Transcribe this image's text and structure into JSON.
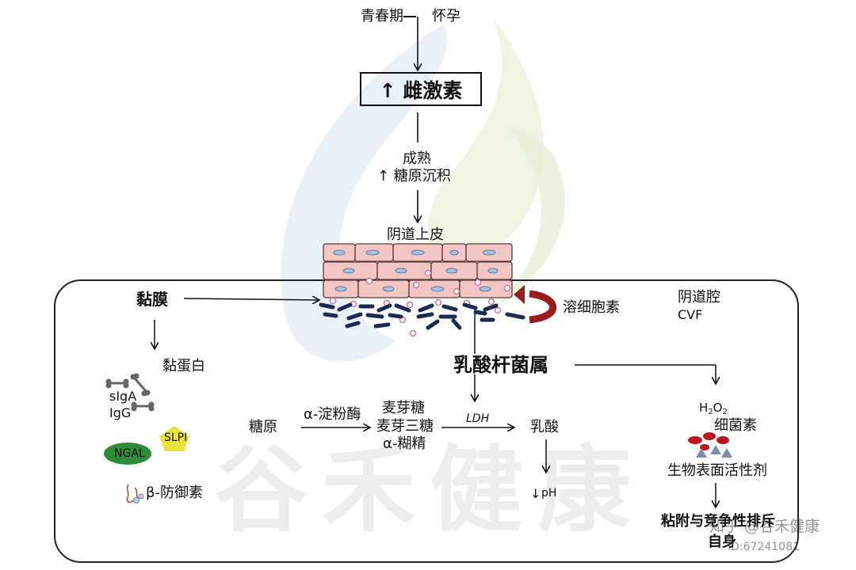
{
  "top": {
    "stage_left": "青春期",
    "stage_right": "怀孕",
    "hormone": "↑ 雌激素",
    "maturation": "成熟",
    "glycogen_deposit": "↑ 糖原沉积",
    "epithelium": "阴道上皮"
  },
  "cavity": {
    "label": "阴道腔",
    "sublabel": "CVF"
  },
  "mucosa": {
    "label": "黏膜",
    "mucin": "黏蛋白",
    "siga": "sIgA",
    "igg": "IgG",
    "slpi": "SLPI",
    "ngal": "NGAL",
    "defensin": "β-防御素"
  },
  "lysin": "溶细胞素",
  "lactobacillus": "乳酸杆菌属",
  "pathway": {
    "glycogen": "糖原",
    "enzyme": "α-淀粉酶",
    "product1": "麦芽糖",
    "product2": "麦芽三糖",
    "product3": "α-糊精",
    "ldh": "LDH",
    "lactic_acid": "乳酸",
    "ph": "pH"
  },
  "right": {
    "h2o2": "H",
    "h2o2_sub1": "2",
    "h2o2_o": "O",
    "h2o2_sub2": "2",
    "bacteriocin": "细菌素",
    "biosurfactant": "生物表面活性剂",
    "adhesion": "粘附与竞争性排斥",
    "adhesion_line2": "自身"
  },
  "watermark": {
    "brand": "谷禾健康",
    "site": "知乎 @谷禾健康",
    "id": "ID:67241081"
  },
  "colors": {
    "cell_fill": "#f3c6c4",
    "cell_border": "#5a3a3a",
    "nucleus": "#9fc3e0",
    "bacteria": "#1a2a55",
    "granule": "#d07a9a",
    "lysin_arrow": "#9b1c1c",
    "ngal": "#2e8b3a",
    "slpi": "#e9e43a",
    "bacteriocin_red": "#c0141c",
    "bacteriocin_blue": "#7c8fb3"
  }
}
